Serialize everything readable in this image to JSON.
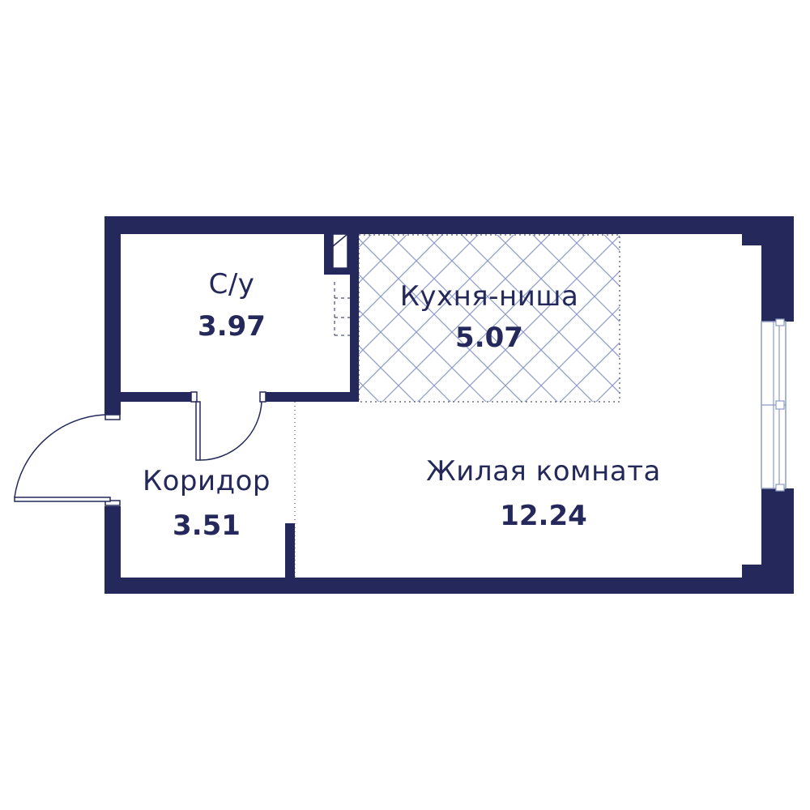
{
  "colors": {
    "wall": "#24285a",
    "door": "#24285a",
    "tile_grid": "#8e9cc6",
    "window_frame": "#8e9cc6",
    "background": "#ffffff"
  },
  "rooms": {
    "bathroom": {
      "name": "С/у",
      "area": "3.97"
    },
    "kitchen": {
      "name": "Кухня-ниша",
      "area": "5.07"
    },
    "corridor": {
      "name": "Коридор",
      "area": "3.51"
    },
    "living": {
      "name": "Жилая комната",
      "area": "12.24"
    }
  }
}
